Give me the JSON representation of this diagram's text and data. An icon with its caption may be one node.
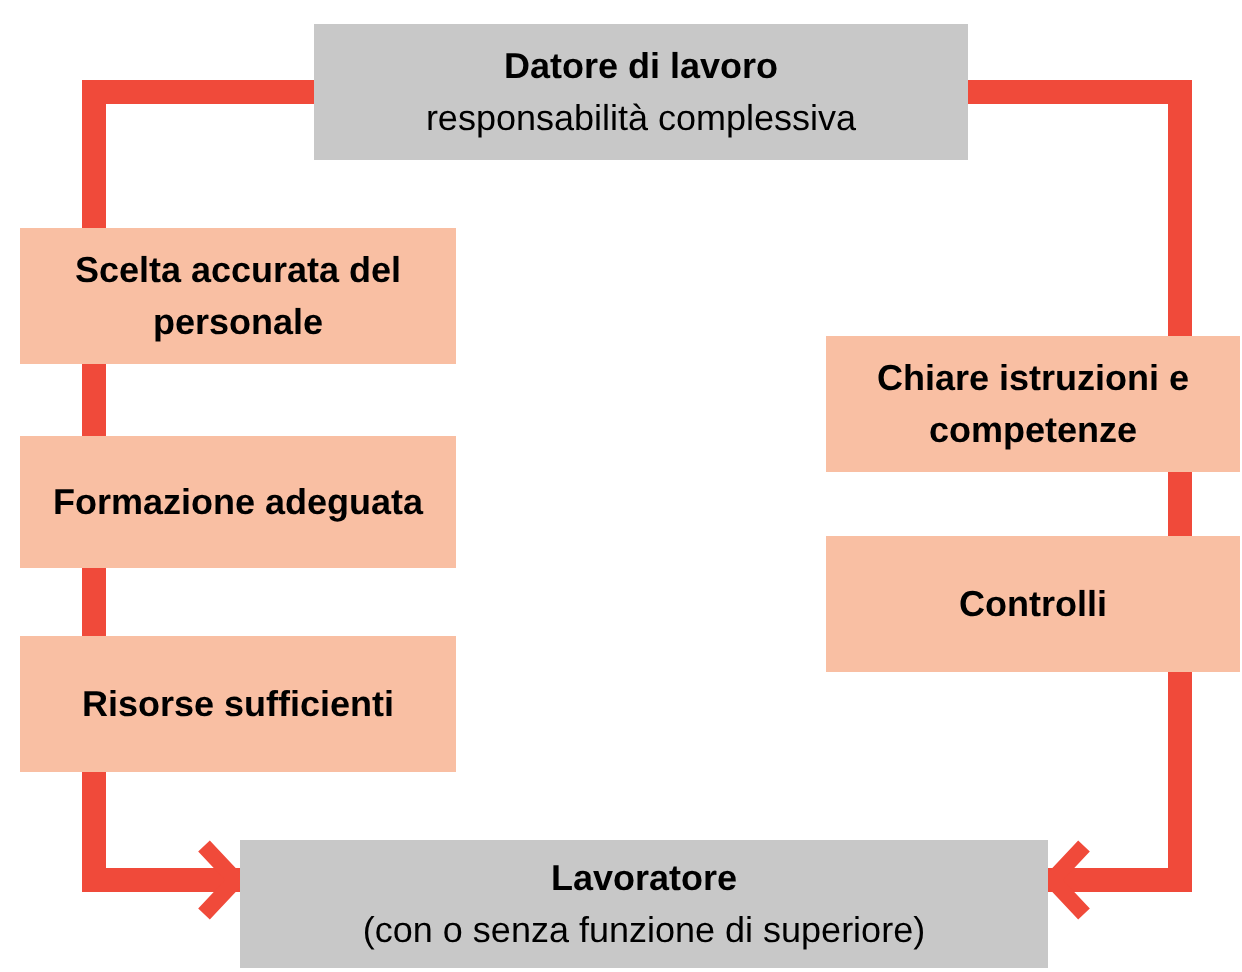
{
  "diagram": {
    "nodes": [
      {
        "text": [
          "Datore di lavoro",
          "responsabilità complessiva"
        ]
      },
      {
        "text": [
          "Scelta accurata del personale"
        ]
      },
      {
        "text": [
          "Formazione adeguata"
        ]
      },
      {
        "text": [
          "Risorse sufficienti"
        ]
      },
      {
        "text": [
          "Chiare istruzioni e competenze"
        ]
      },
      {
        "text": [
          "Controlli"
        ]
      },
      {
        "text": [
          "Lavoratore",
          "(con o senza funzione di superiore)"
        ]
      }
    ],
    "edges": [
      {
        "from": 0,
        "to": 1,
        "arrow": "none"
      },
      {
        "from": 1,
        "to": 2,
        "arrow": "none"
      },
      {
        "from": 2,
        "to": 3,
        "arrow": "none"
      },
      {
        "from": 3,
        "to": 6,
        "arrow": "to"
      },
      {
        "from": 0,
        "to": 4,
        "arrow": "none"
      },
      {
        "from": 4,
        "to": 5,
        "arrow": "none"
      },
      {
        "from": 5,
        "to": 6,
        "arrow": "to"
      }
    ]
  }
}
